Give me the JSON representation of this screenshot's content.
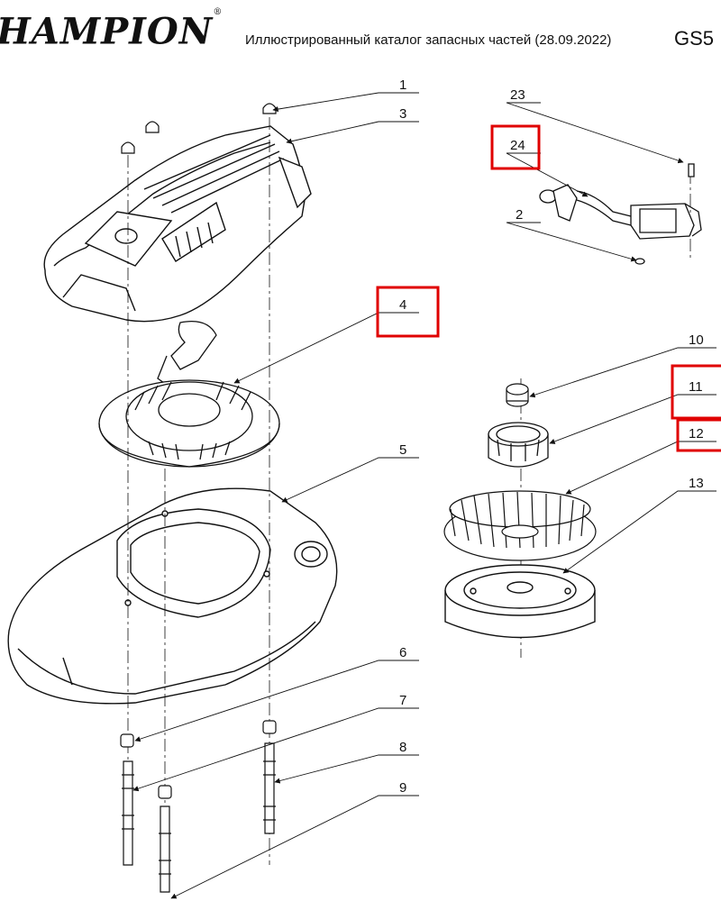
{
  "header": {
    "brand": "HAMPION",
    "brand_registered": "®",
    "catalog_title": "Иллюстрированный каталог запасных частей (28.09.2022)",
    "model_code": "GS5"
  },
  "callouts": [
    {
      "number": "1",
      "highlighted": false
    },
    {
      "number": "3",
      "highlighted": false
    },
    {
      "number": "23",
      "highlighted": false
    },
    {
      "number": "24",
      "highlighted": true
    },
    {
      "number": "2",
      "highlighted": false
    },
    {
      "number": "4",
      "highlighted": true
    },
    {
      "number": "10",
      "highlighted": false
    },
    {
      "number": "11",
      "highlighted": true
    },
    {
      "number": "12",
      "highlighted": true
    },
    {
      "number": "13",
      "highlighted": false
    },
    {
      "number": "5",
      "highlighted": false
    },
    {
      "number": "6",
      "highlighted": false
    },
    {
      "number": "7",
      "highlighted": false
    },
    {
      "number": "8",
      "highlighted": false
    },
    {
      "number": "9",
      "highlighted": false
    }
  ],
  "colors": {
    "highlight": "#e00000",
    "line": "#111111"
  }
}
